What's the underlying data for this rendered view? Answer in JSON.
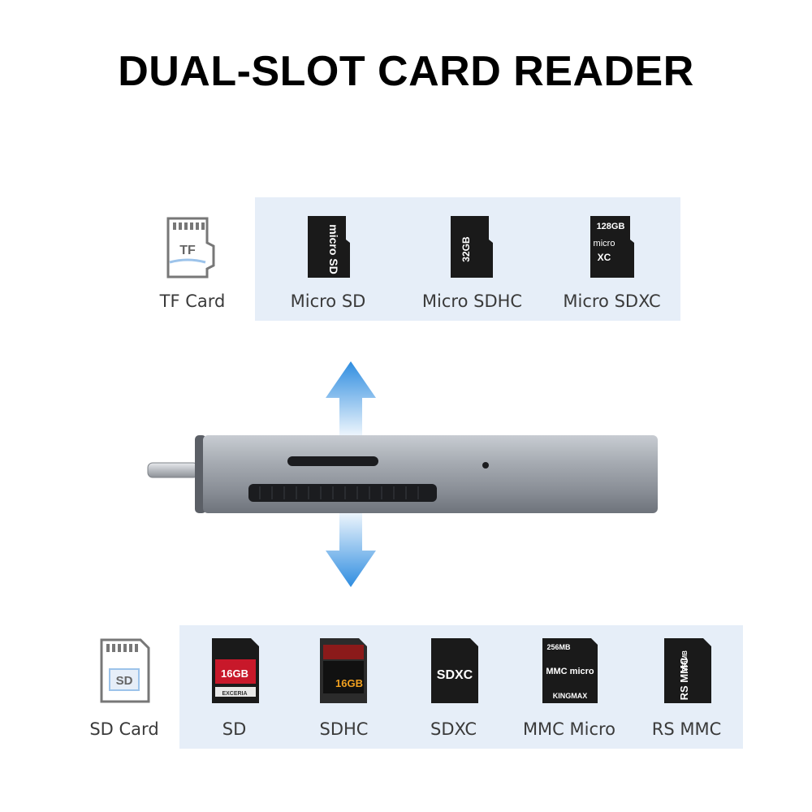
{
  "title": "DUAL-SLOT CARD READER",
  "top_panel": {
    "items": [
      {
        "label": "TF Card",
        "icon": "tf-card-outline-icon",
        "icon_text": "TF"
      },
      {
        "label": "Micro SD",
        "icon": "micro-sd-card-icon",
        "icon_text": "micro SD"
      },
      {
        "label": "Micro SDHC",
        "icon": "micro-sdhc-card-icon",
        "icon_text": "32GB"
      },
      {
        "label": "Micro SDXC",
        "icon": "micro-sdxc-card-icon",
        "icon_text": "128GB"
      }
    ]
  },
  "bottom_panel": {
    "items": [
      {
        "label": "SD Card",
        "icon": "sd-card-outline-icon",
        "icon_text": "SD"
      },
      {
        "label": "SD",
        "icon": "sd-card-icon",
        "icon_text": "16GB",
        "icon_subtext": "EXCERIA"
      },
      {
        "label": "SDHC",
        "icon": "sdhc-card-icon",
        "icon_text": "16GB"
      },
      {
        "label": "SDXC",
        "icon": "sdxc-card-icon",
        "icon_text": "SDXC"
      },
      {
        "label": "MMC Micro",
        "icon": "mmc-micro-card-icon",
        "icon_text": "MMC micro",
        "icon_top": "256MB",
        "icon_bottom": "KINGMAX"
      },
      {
        "label": "RS MMC",
        "icon": "rs-mmc-card-icon",
        "icon_text": "RS MMC",
        "icon_top": "256MB"
      }
    ]
  },
  "colors": {
    "panel_bg": "#e6eef8",
    "arrow_blue": "#2f8de0",
    "device_body": "#9aa0a8",
    "card_black": "#1a1a1a"
  }
}
